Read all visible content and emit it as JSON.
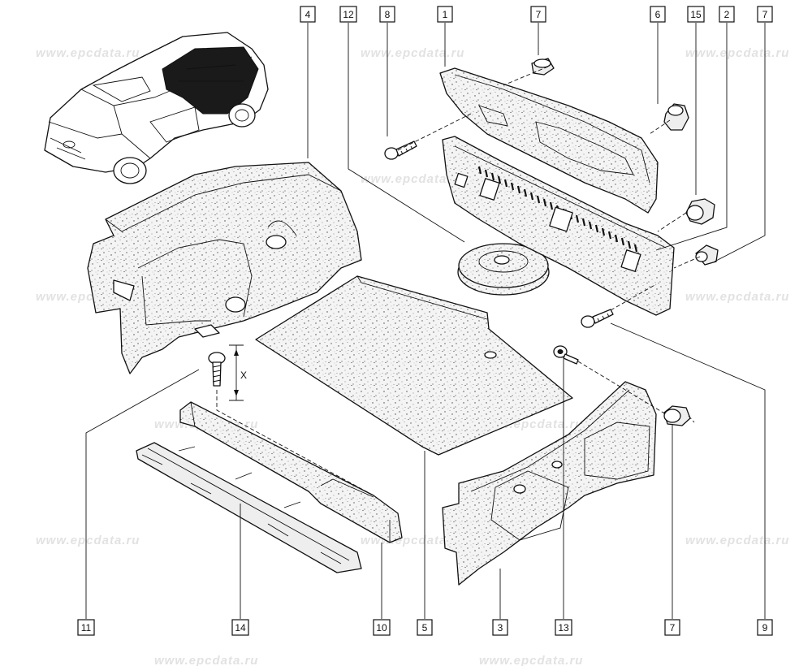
{
  "watermark": "www.epcdata.ru",
  "dimension_label": "X",
  "callouts": {
    "p4": "4",
    "p12": "12",
    "p8": "8",
    "p1": "1",
    "p7a": "7",
    "p6": "6",
    "p15": "15",
    "p2": "2",
    "p7b": "7",
    "p11": "11",
    "p14": "14",
    "p10": "10",
    "p5": "5",
    "p3": "3",
    "p13": "13",
    "p7c": "7",
    "p9": "9"
  }
}
